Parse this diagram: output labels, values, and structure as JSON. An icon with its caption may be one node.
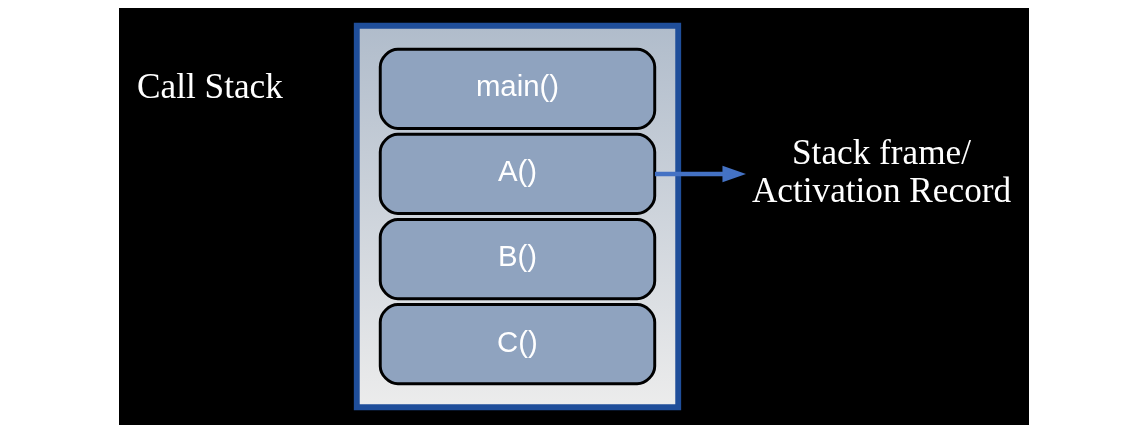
{
  "diagram": {
    "nodes": [
      {
        "text": [],
        "shape": "box"
      },
      {
        "text": [
          "main()"
        ],
        "in": 0
      },
      {
        "text": [
          "A()"
        ],
        "in": 0
      },
      {
        "text": [
          "B()"
        ],
        "in": 0
      },
      {
        "text": [
          "C()"
        ],
        "in": 0
      },
      {
        "text": [
          "Stack frame/ Activation Record"
        ]
      }
    ],
    "edges": [
      {
        "from": 2,
        "to": 5,
        "arrow": "to"
      }
    ],
    "labels": [
      "Call Stack"
    ]
  }
}
